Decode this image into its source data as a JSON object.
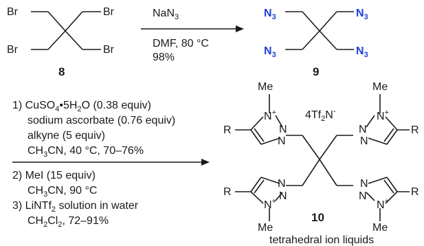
{
  "top": {
    "reagent_above": "NaN3",
    "condition_line1": "DMF, 80 °C",
    "condition_line2": "98%",
    "reactant_label": "8",
    "product_label": "9",
    "substituent_br": "Br",
    "substituent_n3": "N3"
  },
  "bottom": {
    "step1_line1": "1) CuSO4•5H2O (0.38 equiv)",
    "step1_line2": "sodium ascorbate (0.76 equiv)",
    "step1_line3": "alkyne (5 equiv)",
    "step1_line4": "CH3CN, 40 °C, 70–76%",
    "step2_line1": "2) MeI (15 equiv)",
    "step2_line2": "CH3CN, 90 °C",
    "step3_line1": "3) LiNTf2 solution in water",
    "step3_line2": "CH2Cl2, 72–91%"
  },
  "product": {
    "counterion": "4Tf2N-",
    "label": "10",
    "caption": "tetrahedral ion liquids",
    "methyl": "Me",
    "r_group": "R",
    "n_plus": "N+",
    "n": "N"
  },
  "colors": {
    "azide": "#1f3fd6",
    "ink": "#1a1a1a"
  }
}
